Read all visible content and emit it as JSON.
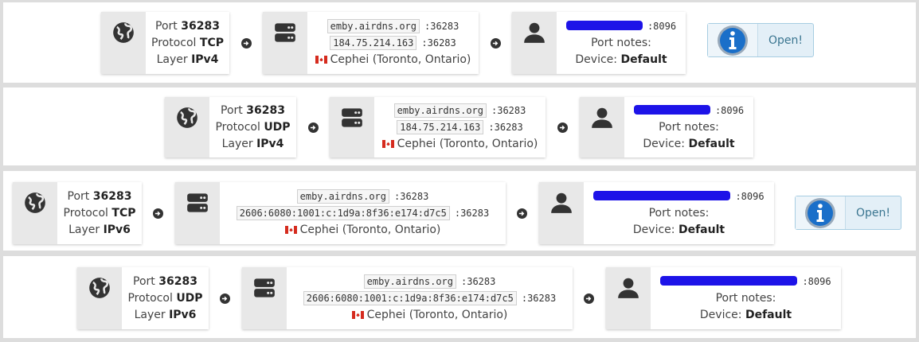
{
  "rows": [
    {
      "port_prefix": "Port ",
      "port": "36283",
      "protocol_prefix": "Protocol ",
      "protocol": "TCP",
      "layer_prefix": "Layer ",
      "layer": "IPv4",
      "host": "emby.airdns.org",
      "host_port": ":36283",
      "ip": "184.75.214.163",
      "ip_port": ":36283",
      "location": "Cephei (Toronto, Ontario)",
      "client_port": ":8096",
      "notes_label": "Port notes:",
      "device_label": "Device: ",
      "device": "Default",
      "button_label": "Open!"
    },
    {
      "port_prefix": "Port ",
      "port": "36283",
      "protocol_prefix": "Protocol ",
      "protocol": "UDP",
      "layer_prefix": "Layer ",
      "layer": "IPv4",
      "host": "emby.airdns.org",
      "host_port": ":36283",
      "ip": "184.75.214.163",
      "ip_port": ":36283",
      "location": "Cephei (Toronto, Ontario)",
      "client_port": ":8096",
      "notes_label": "Port notes:",
      "device_label": "Device: ",
      "device": "Default"
    },
    {
      "port_prefix": "Port ",
      "port": "36283",
      "protocol_prefix": "Protocol ",
      "protocol": "TCP",
      "layer_prefix": "Layer ",
      "layer": "IPv6",
      "host": "emby.airdns.org",
      "host_port": ":36283",
      "ip": "2606:6080:1001:c:1d9a:8f36:e174:d7c5",
      "ip_port": ":36283",
      "location": "Cephei (Toronto, Ontario)",
      "client_port": ":8096",
      "notes_label": "Port notes:",
      "device_label": "Device: ",
      "device": "Default",
      "button_label": "Open!"
    },
    {
      "port_prefix": "Port ",
      "port": "36283",
      "protocol_prefix": "Protocol ",
      "protocol": "UDP",
      "layer_prefix": "Layer ",
      "layer": "IPv6",
      "host": "emby.airdns.org",
      "host_port": ":36283",
      "ip": "2606:6080:1001:c:1d9a:8f36:e174:d7c5",
      "ip_port": ":36283",
      "location": "Cephei (Toronto, Ontario)",
      "client_port": ":8096",
      "notes_label": "Port notes:",
      "device_label": "Device: ",
      "device": "Default"
    }
  ],
  "icons": {
    "protocol": "globe-icon",
    "server": "server-icon",
    "client": "user-icon",
    "flag": "canada-flag-icon",
    "arrow": "arrow-circle-right-icon",
    "button": "info-icon"
  },
  "colors": {
    "redaction": "#1d13e8",
    "button_bg": "#e3eff7",
    "button_text": "#3a7590"
  }
}
